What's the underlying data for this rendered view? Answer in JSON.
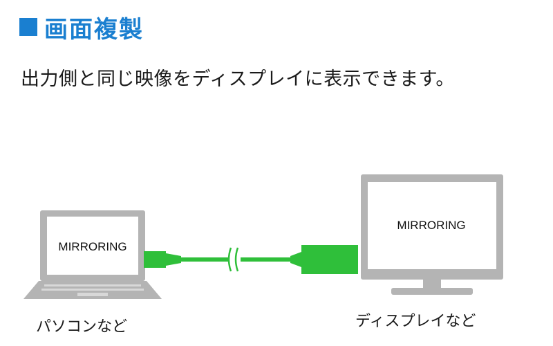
{
  "heading": {
    "title": "画面複製"
  },
  "description": "出力側と同じ映像をディスプレイに表示できます。",
  "laptop": {
    "screen_text": "MIRRORING",
    "label": "パソコンなど"
  },
  "display": {
    "screen_text": "MIRRORING",
    "label": "ディスプレイなど"
  },
  "colors": {
    "accent": "#1a7fd0",
    "cable": "#2fbf3a",
    "device_frame": "#b4b4b4",
    "device_dark": "#8a8a8a"
  }
}
